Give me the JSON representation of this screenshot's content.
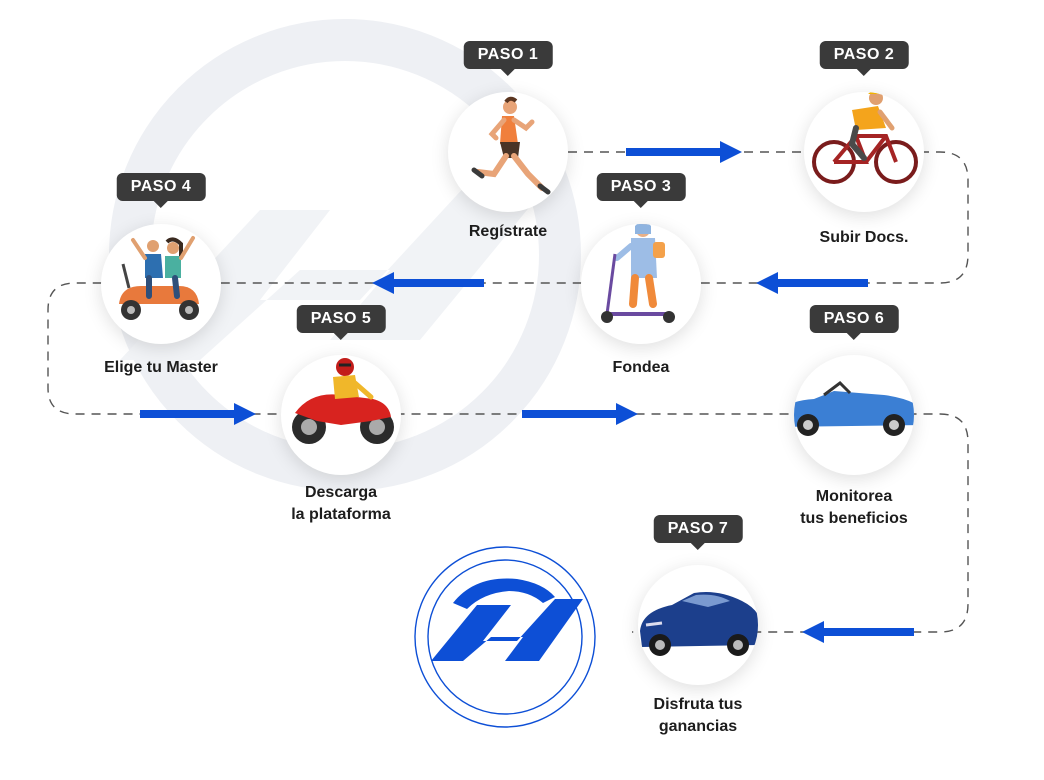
{
  "colors": {
    "accent": "#0d4fd6",
    "badge": "#3a3a3a",
    "path": "#555555",
    "watermark": "#eef0f4"
  },
  "steps": [
    {
      "badge": "PASO 1",
      "label": [
        "Regístrate"
      ],
      "icon": "runner-icon"
    },
    {
      "badge": "PASO 2",
      "label": [
        "Subir Docs."
      ],
      "icon": "cyclist-icon"
    },
    {
      "badge": "PASO 3",
      "label": [
        "Fondea"
      ],
      "icon": "scooter-icon"
    },
    {
      "badge": "PASO 4",
      "label": [
        "Elige tu Master"
      ],
      "icon": "moped-couple-icon"
    },
    {
      "badge": "PASO 5",
      "label": [
        "Descarga",
        "la plataforma"
      ],
      "icon": "motorcycle-icon"
    },
    {
      "badge": "PASO 6",
      "label": [
        "Monitorea",
        "tus beneficios"
      ],
      "icon": "convertible-car-icon"
    },
    {
      "badge": "PASO 7",
      "label": [
        "Disfruta tus",
        "ganancias"
      ],
      "icon": "sports-car-icon"
    }
  ]
}
